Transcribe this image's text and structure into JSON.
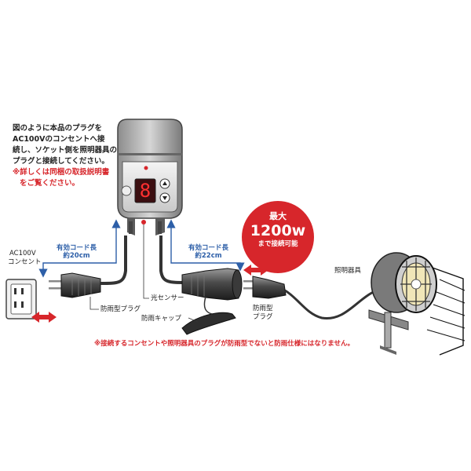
{
  "intro": {
    "line1": "図のように本品のプラグを",
    "line2": "AC100Vのコンセントへ接",
    "line3": "続し、ソケット側を照明器具の",
    "line4": "プラグと接続してください。",
    "note1": "※詳しくは同梱の取扱説明書",
    "note2": "をご覧ください。"
  },
  "labels": {
    "outlet_1": "AC100V",
    "outlet_2": "コンセント",
    "cord_left_1": "有効コード長",
    "cord_left_2": "約20cm",
    "cord_right_1": "有効コード長",
    "cord_right_2": "約22cm",
    "rainproof_plug": "防雨型プラグ",
    "light_sensor": "光センサー",
    "rain_cap": "防雨キャップ",
    "lamp_plug_1": "防雨型",
    "lamp_plug_2": "プラグ",
    "fixture": "照明器具"
  },
  "badge": {
    "line1": "最大",
    "line2": "1200w",
    "line3": "まで接続可能"
  },
  "warning": "※接続するコンセントや照明器具のプラグが防雨型でないと防雨仕様にはなりません。",
  "display": {
    "digit": "8"
  },
  "colors": {
    "accent_red": "#d7262b",
    "dimension_blue": "#2d5fa8"
  }
}
